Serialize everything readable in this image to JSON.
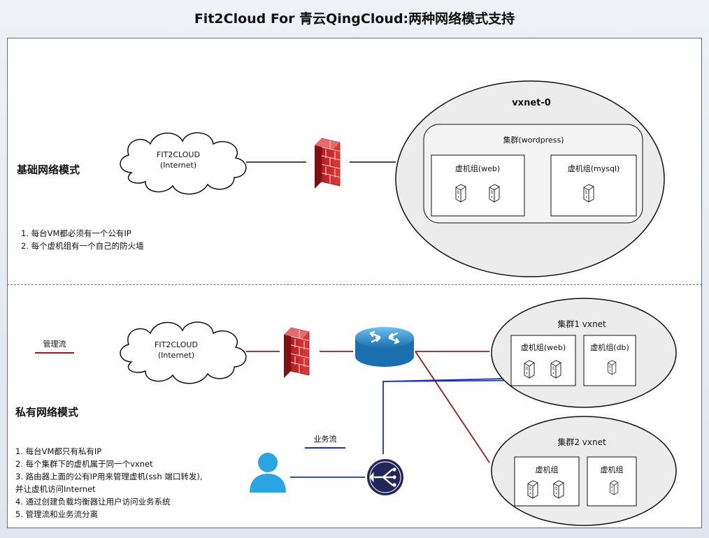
{
  "title": "Fit2Cloud For 青云QingCloud:两种网络模式支持",
  "basic": {
    "heading": "基础网络模式",
    "cloud_line1": "FIT2CLOUD",
    "cloud_line2": "(Internet)",
    "vxnet_label": "vxnet-0",
    "cluster_label": "集群(wordpress)",
    "group_web": "虚机组(web)",
    "group_mysql": "虚机组(mysql)",
    "notes": [
      "1. 每台VM都必须有一个公有IP",
      "2. 每个虚机组有一个自己的防火墙"
    ]
  },
  "private": {
    "heading": "私有网络模式",
    "cloud_line1": "FIT2CLOUD",
    "cloud_line2": "(Internet)",
    "legend_mgmt": "管理流",
    "legend_biz": "业务流",
    "cluster1_label": "集群1 vxnet",
    "cluster1_group_web": "虚机组(web)",
    "cluster1_group_db": "虚机组(db)",
    "cluster2_label": "集群2 vxnet",
    "cluster2_group_a": "虚机组",
    "cluster2_group_b": "虚机组",
    "notes": [
      "1. 每台VM都只有私有IP",
      "2. 每个集群下的虚机属于同一个vxnet",
      "3. 路由器上面的公有IP用来管理虚机(ssh 端口转发),",
      "并让虚机访问Internet",
      "4. 通过创建负载均衡器让用户访问业务系统",
      "5. 管理流和业务流分离"
    ]
  },
  "colors": {
    "mgmt_flow": "#a01818",
    "biz_flow": "#1530c8",
    "firewall": "#c9262a",
    "router": "#2d8fd0",
    "load_balancer": "#22265a",
    "user": "#29a5e6"
  },
  "icons": [
    "cloud-icon",
    "firewall-icon",
    "server-icon",
    "router-icon",
    "load-balancer-icon",
    "user-icon"
  ]
}
